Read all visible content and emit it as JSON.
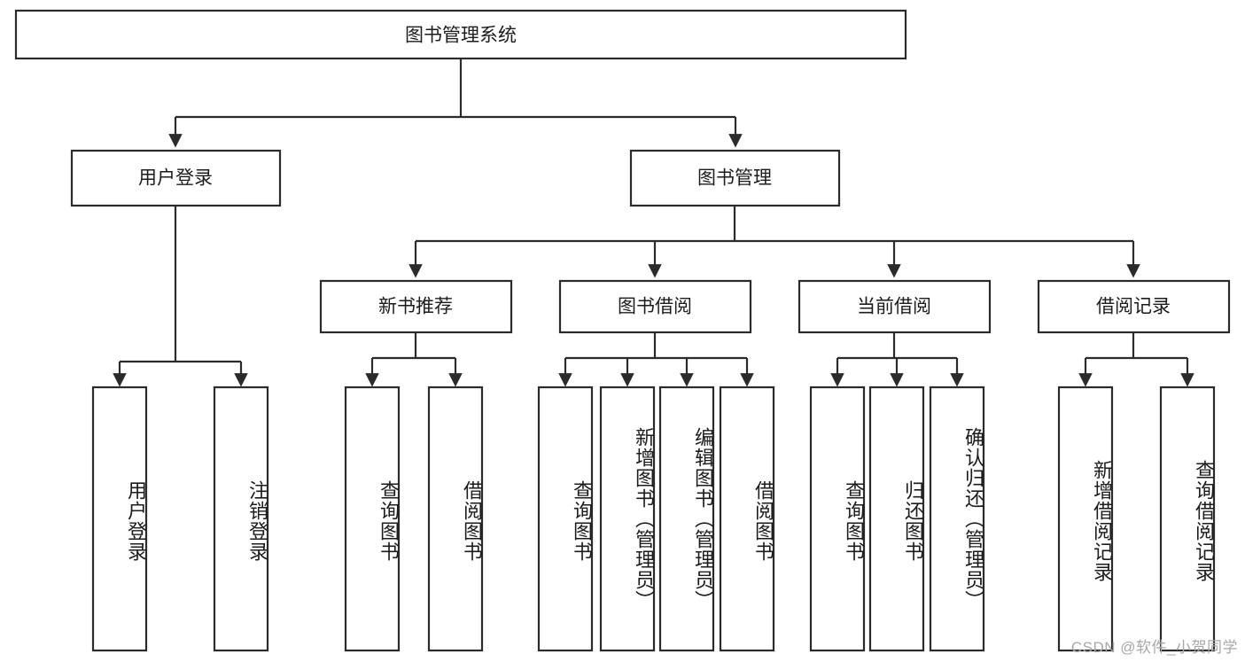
{
  "diagram": {
    "title": "图书管理系统",
    "type": "hierarchy-tree",
    "watermark": "CSDN @软件_小贺同学",
    "colors": {
      "stroke": "#2b2b2b",
      "fill": "#ffffff",
      "text": "#1c1c1c",
      "watermark": "#a8a8a8"
    },
    "root": {
      "label": "图书管理系统"
    },
    "level2": [
      {
        "label": "用户登录"
      },
      {
        "label": "图书管理"
      }
    ],
    "level3": [
      {
        "label": "新书推荐"
      },
      {
        "label": "图书借阅"
      },
      {
        "label": "当前借阅"
      },
      {
        "label": "借阅记录"
      }
    ],
    "leaves": {
      "user_login": [
        {
          "label": "用户登录"
        },
        {
          "label": "注销登录"
        }
      ],
      "new_book_recommend": [
        {
          "label": "查询图书"
        },
        {
          "label": "借阅图书"
        }
      ],
      "book_borrow": [
        {
          "label": "查询图书"
        },
        {
          "label": "新增图书（管理员）"
        },
        {
          "label": "编辑图书（管理员）"
        },
        {
          "label": "借阅图书"
        }
      ],
      "current_borrow": [
        {
          "label": "查询图书"
        },
        {
          "label": "归还图书"
        },
        {
          "label": "确认归还（管理员）"
        }
      ],
      "borrow_record": [
        {
          "label": "新增借阅记录"
        },
        {
          "label": "查询借阅记录"
        }
      ]
    }
  }
}
